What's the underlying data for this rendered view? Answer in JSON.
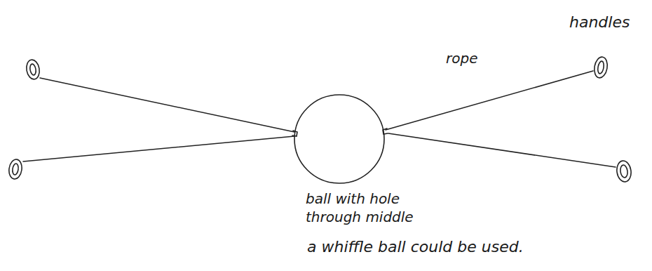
{
  "diagram": {
    "labels": [
      "handles",
      "rope",
      "ball with hole through middle",
      "a whiffle ball could be used."
    ]
  }
}
